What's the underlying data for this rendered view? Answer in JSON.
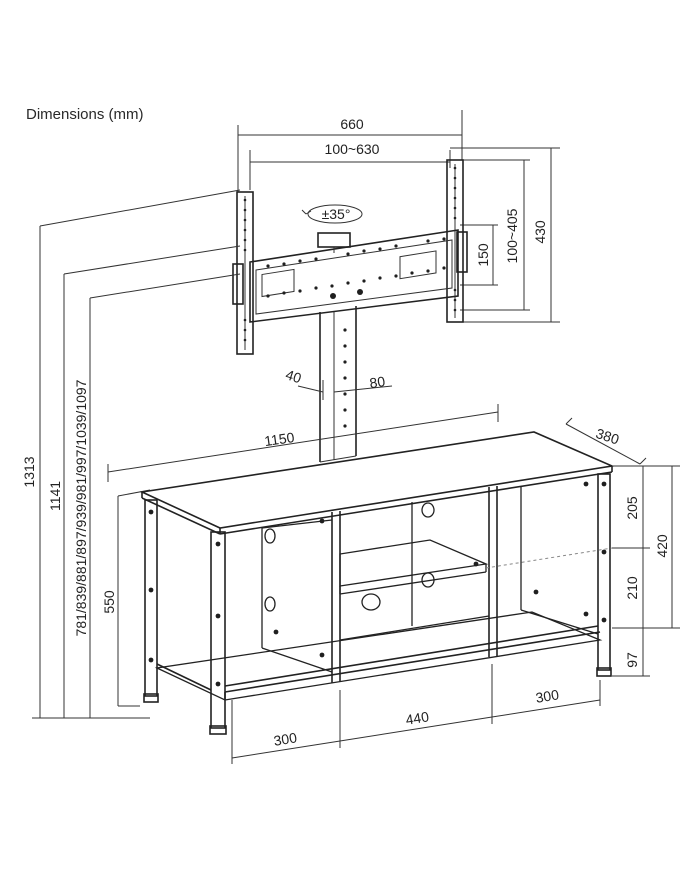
{
  "title": "Dimensions (mm)",
  "labels": {
    "width_660": "660",
    "vesa_h": "100~630",
    "tilt": "±35°",
    "bracket_h_150": "150",
    "vesa_v": "100~405",
    "height_430": "430",
    "offset_40": "40",
    "offset_80": "80",
    "width_1150": "1150",
    "depth_380": "380",
    "total_1313": "1313",
    "height_1141": "1141",
    "height_options": "781/839/881/897/939/981/997/1039/1097",
    "height_550": "550",
    "cab_205": "205",
    "cab_420": "420",
    "cab_210": "210",
    "leg_97": "97",
    "bottom_300_left": "300",
    "bottom_440": "440",
    "bottom_300_right": "300"
  }
}
